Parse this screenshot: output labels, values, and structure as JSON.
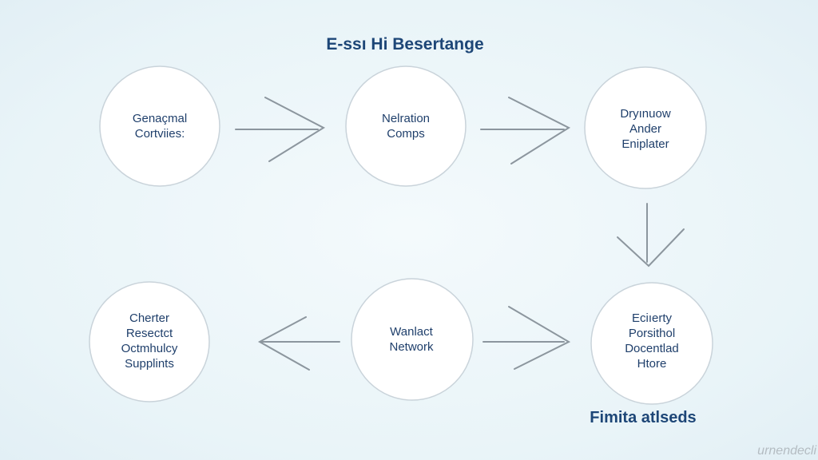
{
  "title": "E-ssı Hi Besertange",
  "nodes": [
    {
      "label_lines": [
        "Genaçmal",
        "Cortviies:"
      ]
    },
    {
      "label_lines": [
        "Nelration",
        "Comps"
      ]
    },
    {
      "label_lines": [
        "Dryınuow",
        "Ander",
        "Eniplater"
      ]
    },
    {
      "label_lines": [
        "Cherter",
        "Resectct",
        "Octmhulcy",
        "Supplints"
      ]
    },
    {
      "label_lines": [
        "Wanlact",
        "Network"
      ]
    },
    {
      "label_lines": [
        "Eciıerty",
        "Porsithol",
        "Docentlad",
        "Htore"
      ]
    }
  ],
  "footer": "Fimita atlseds",
  "watermark": "urnendecli"
}
